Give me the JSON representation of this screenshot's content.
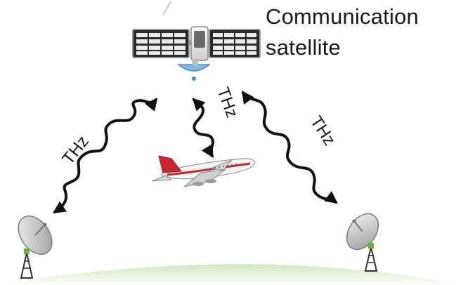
{
  "caption": {
    "line1": "Communication",
    "line2": "satellite"
  },
  "links": {
    "left": "THz",
    "middle": "THz",
    "right": "THz"
  },
  "icons": {
    "satellite": "satellite-icon",
    "aircraft": "airplane-icon",
    "dish_left": "ground-station-dish-icon",
    "dish_right": "ground-station-dish-icon",
    "earth": "earth-horizon"
  },
  "colors": {
    "wave": "#111111",
    "panel": "#2a2a2a",
    "airplane_tail": "#c9252c",
    "ground": "#c8e3b3"
  }
}
